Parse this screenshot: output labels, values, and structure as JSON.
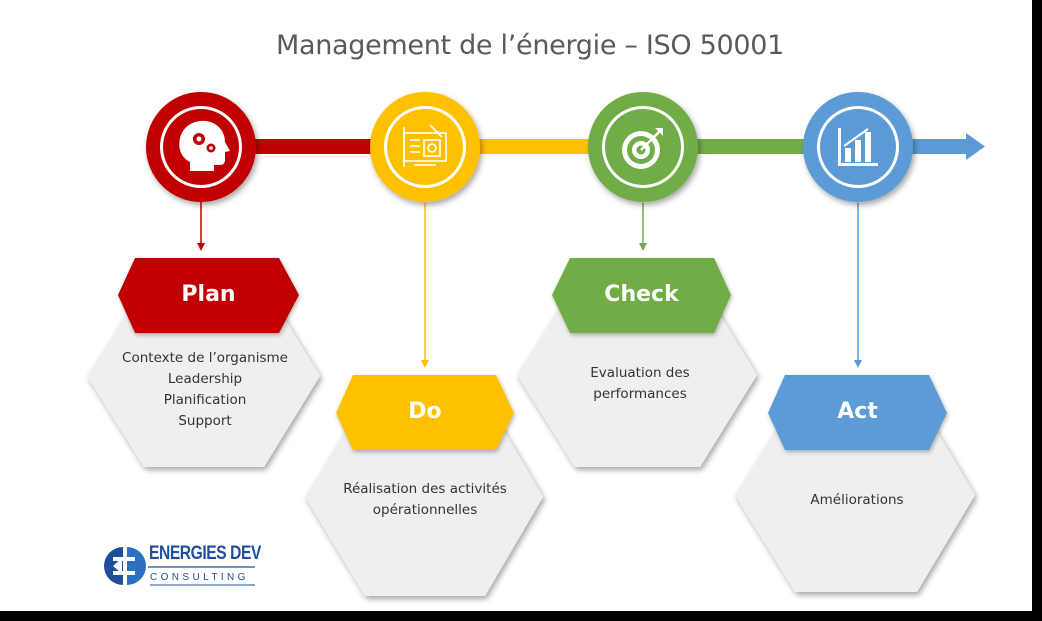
{
  "title": "Management de l’énergie – ISO 50001",
  "colors": {
    "plan": "#c00000",
    "do": "#ffc000",
    "check": "#70ad47",
    "act": "#5b9bd5",
    "hex_fill": "#efefef",
    "text": "#333333"
  },
  "steps": [
    {
      "label": "Plan",
      "icon": "head-gears-icon",
      "lines": [
        "Contexte de l’organisme",
        "Leadership",
        "Planification",
        "Support"
      ]
    },
    {
      "label": "Do",
      "icon": "blueprint-icon",
      "lines": [
        "Réalisation des activités",
        "opérationnelles"
      ]
    },
    {
      "label": "Check",
      "icon": "target-icon",
      "lines": [
        "Evaluation des",
        "performances"
      ]
    },
    {
      "label": "Act",
      "icon": "bar-chart-icon",
      "lines": [
        "Améliorations"
      ]
    }
  ],
  "logo": {
    "line1": "ENERGIES DEV",
    "line2": "CONSULTING"
  }
}
